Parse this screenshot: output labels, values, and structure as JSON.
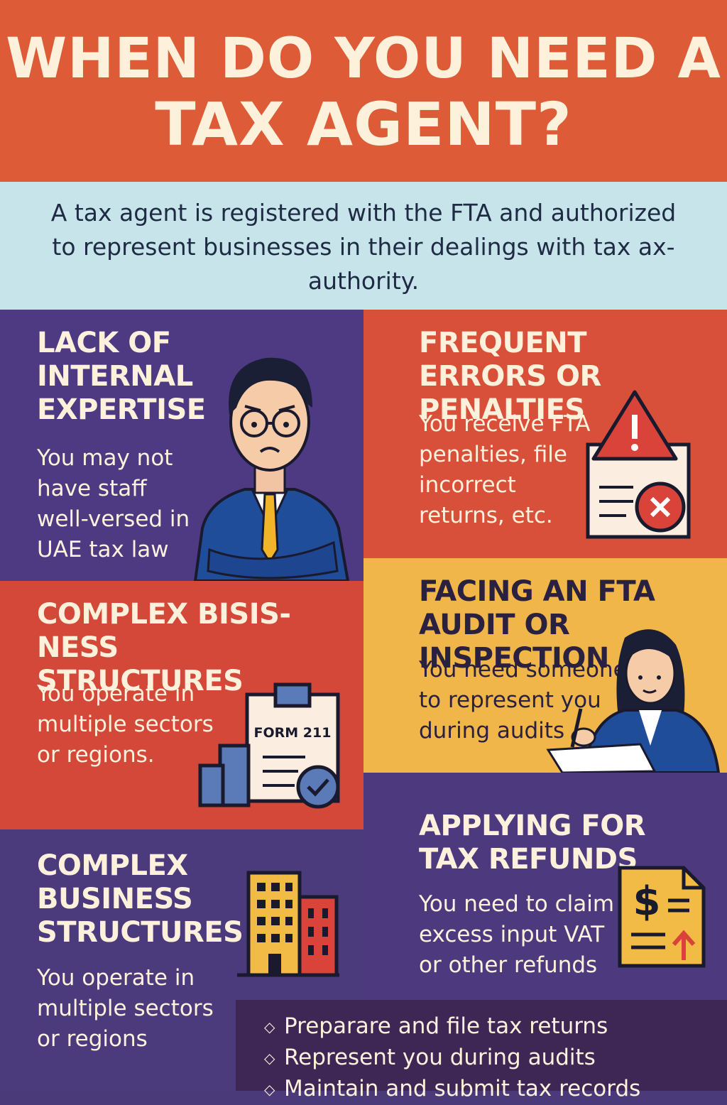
{
  "header": {
    "title_line1": "WHEN DO YOU NEED A",
    "title_line2": "TAX AGENT?"
  },
  "intro": {
    "text": "A tax agent is registered with the FTA and authorized to represent businesses in their dealings with tax ax-authority."
  },
  "cards": [
    {
      "heading": "LACK OF INTERNAL EXPERTISE",
      "body": "You may not have staff well-versed in UAE tax law",
      "icon": "worried-man-icon"
    },
    {
      "heading": "FREQUENT ERRORS OR PENALTIES",
      "body": "You receive FTA penalties, file incorrect returns, etc.",
      "icon": "warning-document-icon"
    },
    {
      "heading": "COMPLEX BISIS-NESS STRUCTURES",
      "body": "You operate in multiple sectors or regions.",
      "icon": "form-buildings-icon",
      "form_label": "FORM 211"
    },
    {
      "heading": "FACING AN FTA AUDIT OR INSPECTION",
      "body": "You need someone to represent you during audits",
      "icon": "woman-signing-icon"
    },
    {
      "heading": "APPLYING FOR TAX REFUNDS",
      "body": "You need to claim excess input VAT or other refunds",
      "icon": "refund-document-icon"
    },
    {
      "heading": "COMPLEX BUSINESS STRUCTURES",
      "body": "You operate in multiple sectors or regions",
      "icon": "buildings-icon"
    }
  ],
  "bullets": [
    "Preparare and file tax returns",
    "Represent you during audits",
    "Maintain and submit tax records"
  ],
  "colors": {
    "title_band": "#dd5b37",
    "intro_band": "#c7e4ea",
    "purple": "#4d3a82",
    "red": "#d9503a",
    "yellow": "#f0b64a",
    "cream": "#fdf1dc"
  }
}
